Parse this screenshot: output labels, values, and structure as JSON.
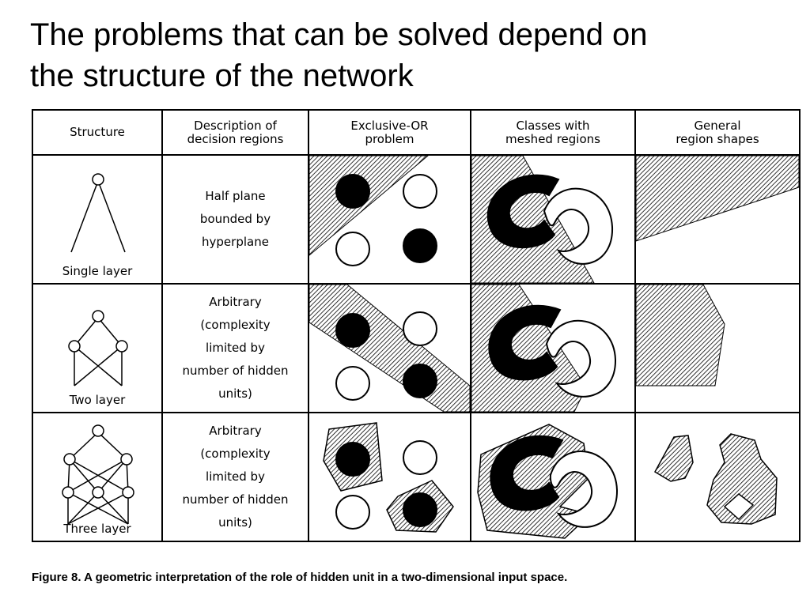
{
  "slide": {
    "title_line1": "The problems that can be solved depend on",
    "title_line2": "the structure of the network"
  },
  "table": {
    "headers": [
      {
        "line1": "Structure",
        "line2": ""
      },
      {
        "line1": "Description of",
        "line2": "decision regions"
      },
      {
        "line1": "Exclusive-OR",
        "line2": "problem"
      },
      {
        "line1": "Classes with",
        "line2": "meshed regions"
      },
      {
        "line1": "General",
        "line2": "region shapes"
      }
    ],
    "rows": [
      {
        "structure": "Single layer",
        "description": [
          "Half plane",
          "bounded by",
          "hyperplane"
        ]
      },
      {
        "structure": "Two layer",
        "description": [
          "Arbitrary",
          "(complexity",
          "limited by",
          "number of hidden",
          "units)"
        ]
      },
      {
        "structure": "Three layer",
        "description": [
          "Arbitrary",
          "(complexity",
          "limited by",
          "number of hidden",
          "units)"
        ]
      }
    ]
  },
  "figure": {
    "caption": "Figure 8. A geometric interpretation of the role of hidden unit in a two-dimensional input space."
  }
}
